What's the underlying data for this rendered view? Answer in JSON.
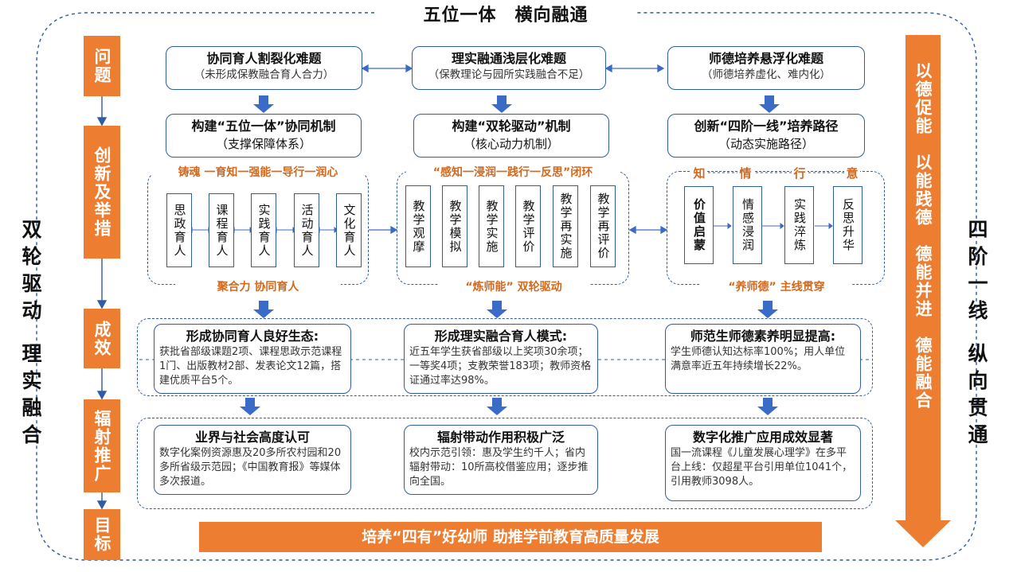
{
  "top_title": "五位一体　横向融通",
  "left_label": [
    "双",
    "轮",
    "驱",
    "动",
    "",
    "理",
    "实",
    "融",
    "合"
  ],
  "right_label": [
    "四",
    "阶",
    "一",
    "线",
    "",
    "纵",
    "向",
    "贯",
    "通"
  ],
  "right_arrow_text": "以德促能　以能践德　德能并进　德能融合",
  "stages": [
    "问题",
    "创新及举措",
    "成效",
    "辐射推广",
    "目标"
  ],
  "problems": [
    {
      "title": "协同育人割裂化难题",
      "sub": "（未形成保教融合育人合力）"
    },
    {
      "title": "理实融通浅层化难题",
      "sub": "（保教理论与园所实践融合不足）"
    },
    {
      "title": "师德培养悬浮化难题",
      "sub": "（师德培养虚化、难内化）"
    }
  ],
  "mechanisms": [
    {
      "title": "构建“五位一体”协同机制",
      "sub": "（支撑保障体系）"
    },
    {
      "title": "构建“双轮驱动”机制",
      "sub": "（核心动力机制）"
    },
    {
      "title": "创新“四阶一线”培养路径",
      "sub": "（动态实施路径）"
    }
  ],
  "group1": {
    "top": "铸魂 一育知一强能一导行一润心",
    "bottom": "聚合力 协同育人",
    "items": [
      "思政育人",
      "课程育人",
      "实践育人",
      "活动育人",
      "文化育人"
    ]
  },
  "group2": {
    "top": "“感知一浸润一践行一反思”闭环",
    "bottom": "“炼师能” 双轮驱动",
    "items": [
      "教学观摩",
      "教学模拟",
      "教学实施",
      "教学评价",
      "教学再实施",
      "教学再评价"
    ]
  },
  "group3": {
    "top": [
      "知",
      "情",
      "行",
      "意"
    ],
    "bottom": "“养师德” 主线贯穿",
    "items": [
      "价值启蒙",
      "情感浸润",
      "实践淬炼",
      "反思升华"
    ]
  },
  "results": [
    {
      "title": "形成协同育人良好生态:",
      "sub": "获批省部级课题2项、课程思政示范课程1门、出版教材2部、发表论文12篇，搭建优质平台5个。"
    },
    {
      "title": "形成理实融合育人模式:",
      "sub": "近五年学生获省部级以上奖项30余项；一等奖4项；支教荣誉183项；教师资格证通过率达98%。"
    },
    {
      "title": "师范生师德素养明显提高:",
      "sub": "学生师德认知达标率100%；用人单位满意率近五年持续增长22%。"
    }
  ],
  "radiation": [
    {
      "title": "业界与社会高度认可",
      "sub": "数字化案例资源惠及20多所农村园和20多所省级示范园；《中国教育报》等媒体多次报道。"
    },
    {
      "title": "辐射带动作用积极广泛",
      "sub": "校内示范引领：惠及学生约千人；省内辐射带动：10所高校借鉴应用；逐步推向全国。"
    },
    {
      "title": "数字化推广应用成效显著",
      "sub": "国一流课程《儿童发展心理学》在多平台上线：仅超星平台引用单位1041个，引用教师3098人。"
    }
  ],
  "goal": "培养“四有”好幼师 助推学前教育高质量发展",
  "colors": {
    "orange": "#ED7D31",
    "blue": "#2E5CA8",
    "arrow": "#3A6BC6"
  }
}
